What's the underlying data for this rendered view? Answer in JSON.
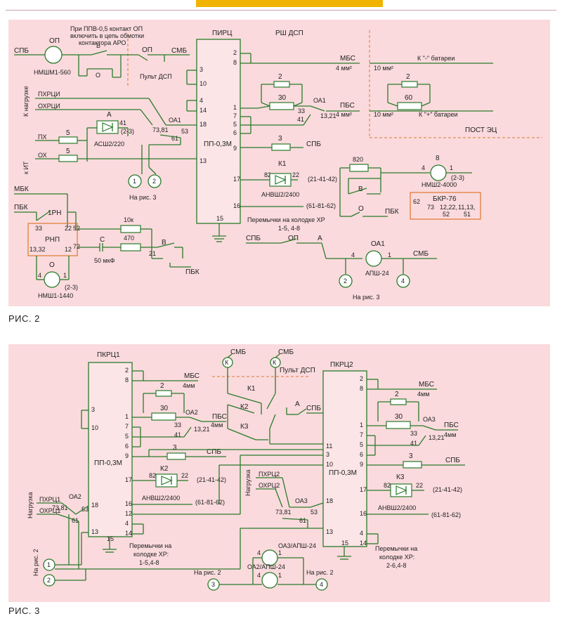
{
  "fig2": {
    "caption": "РИС. 2",
    "note_line1": "При ППВ-0,5 контакт ОП",
    "note_line2": "включить в цепь обмотки",
    "note_line3": "контактора АРО",
    "spb": "СПБ",
    "smb": "СМБ",
    "op": "ОП",
    "nmshm": "НМШМ1-560",
    "b": "В",
    "o": "О",
    "pult": "Пульт ДСП",
    "pirc": "ПИРЦ",
    "rsh": "РШ ДСП",
    "k_load": "К нагрузке",
    "pkhrci": "ПХРЦИ",
    "okhrci": "ОХРЦИ",
    "oa1": "ОА1",
    "c7381": "73,81",
    "c53": "53",
    "c61": "61",
    "px": "ПХ",
    "ox": "ОХ",
    "k_it": "к ИТ",
    "five": "5",
    "a": "А",
    "c41": "41",
    "c23": "(2-3)",
    "asc": "АСШ2/220",
    "n1": "1",
    "n2": "2",
    "on_fig3": "На рис. 3",
    "pp": "ПП-0,3М",
    "p2": "2",
    "p8": "8",
    "p3": "3",
    "p10": "10",
    "p4": "4",
    "p14": "14",
    "p18": "18",
    "p13": "13",
    "p1": "1",
    "p7": "7",
    "p5": "5",
    "p6": "6",
    "p9": "9",
    "p17": "17",
    "p16": "16",
    "p15": "15",
    "mbs": "МБС",
    "pbs": "ПБС",
    "mm4": "4 мм²",
    "mm10": "10 мм²",
    "bat_minus": "К \"-\" батареи",
    "bat_plus": "К \"+\" батареи",
    "r2": "2",
    "r30": "30",
    "r60": "60",
    "c33": "33",
    "c1321": "13,21",
    "c41b": "41",
    "r3": "3",
    "post": "ПОСТ ЭЦ",
    "k1": "К1",
    "c82": "82",
    "c22": "22",
    "anvsh": "АНВШ2/2400",
    "c214142": "(21-41-42)",
    "c618162": "(61-81-62)",
    "jumpers": "Перемычки на колодке ХР",
    "jumpers2": "1-5, 4-8",
    "mbk": "МБК",
    "pbk": "ПБК",
    "rn1": "1РН",
    "c33b": "33",
    "c22b": "22",
    "rnp": "РНП",
    "c1332": "13,32",
    "c52": "52",
    "c72": "72",
    "c12": "12",
    "cap": "С",
    "r10k": "10к",
    "r470": "470",
    "cap_val": "50 мкФ",
    "c21": "21",
    "nmsh1440": "НМШ1-1440",
    "r820": "820",
    "c8": "8",
    "c4": "4",
    "c1": "1",
    "nmsh2": "НМШ2-4000",
    "bkr": "БКР-76",
    "c62": "62",
    "c73": "73",
    "c1222": "12,22,",
    "c52b": "52",
    "c1113": "11,13,",
    "c51": "51",
    "spb2": "СПБ",
    "op2": "ОП",
    "a2": "А",
    "oa1b": "ОА1",
    "smb2": "СМБ",
    "apsh": "АПШ-24",
    "n4": "4",
    "n2b": "2"
  },
  "fig3": {
    "caption": "РИС. 3",
    "pkrc1": "ПКРЦ1",
    "pkrc2": "ПКРЦ2",
    "smb": "СМБ",
    "pult": "Пульт ДСП",
    "mbs": "МБС",
    "mm4": "4мм",
    "pbs": "ПБС",
    "spb": "СПБ",
    "oa2": "ОА2",
    "oa3": "ОА3",
    "k1": "К1",
    "k2": "К2",
    "k3": "К3",
    "a": "А",
    "pp": "ПП-0,3М",
    "anvsh": "АНВШ2/2400",
    "c214142": "(21-41-42)",
    "c618162": "(61-81-62)",
    "load": "Нагрузка",
    "pkhrc1": "ПХРЦ1",
    "okhrc1": "ОХРЦ1",
    "pkhrc2": "ПХРЦ2",
    "okhrc2": "ОХРЦ2",
    "c7381": "73,81",
    "c53": "53",
    "c61": "61",
    "jump1a": "Перемычки на",
    "jump1b": "колодке ХР:",
    "jump1c": "1-5,4-8",
    "jump2c": "2-6,4-8",
    "on_fig2": "На рис. 2",
    "oa3apsh": "ОА3/АПШ-24",
    "oa2apsh": "ОА2/АПШ-24",
    "r2": "2",
    "r30": "30",
    "r3": "3",
    "c33": "33",
    "c1321": "13,21",
    "c41": "41",
    "c82": "82",
    "c22": "22",
    "n1": "1",
    "n2": "2",
    "n3": "3",
    "n4": "4",
    "p2": "2",
    "p8": "8",
    "p3": "3",
    "p10": "10",
    "p1": "1",
    "p7": "7",
    "p5": "5",
    "p6": "6",
    "p9": "9",
    "p17": "17",
    "p16": "16",
    "p12": "12",
    "p4": "4",
    "p14": "14",
    "p13": "13",
    "p18": "18",
    "p11": "11",
    "p15": "15",
    "k": "К"
  }
}
